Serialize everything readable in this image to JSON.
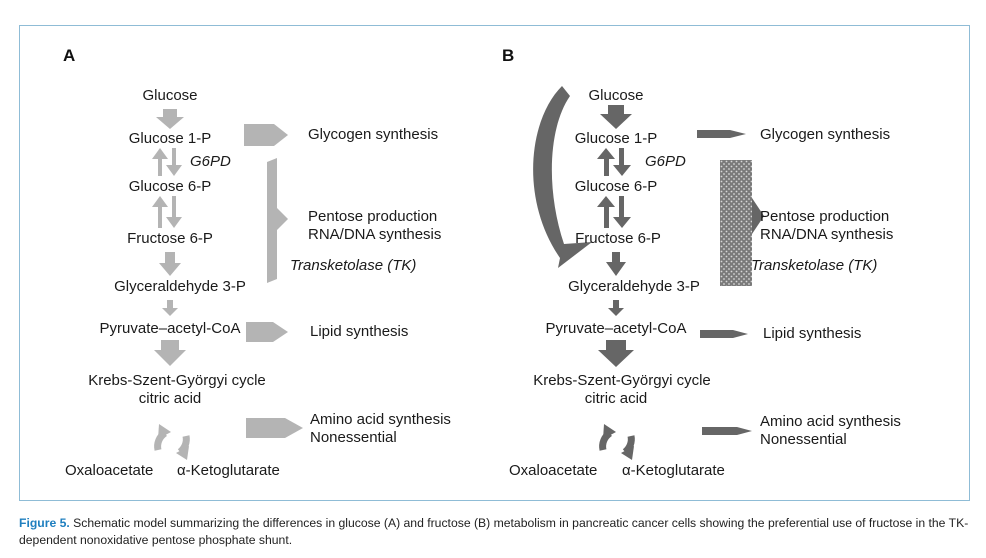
{
  "panels": {
    "a": "A",
    "b": "B"
  },
  "pathway": {
    "glucose": "Glucose",
    "glucose_1p": "Glucose 1-P",
    "g6pd": "G6PD",
    "glucose_6p": "Glucose 6-P",
    "fructose_6p": "Fructose 6-P",
    "glyceraldehyde_3p": "Glyceraldehyde 3-P",
    "pyruvate": "Pyruvate–acetyl-CoA",
    "krebs": "Krebs-Szent-Györgyi cycle",
    "citric_acid": "citric acid",
    "oxaloacetate": "Oxaloacetate",
    "ketoglutarate": "α-Ketoglutarate"
  },
  "outputs": {
    "glycogen": "Glycogen synthesis",
    "pentose": "Pentose production",
    "rna_dna": "RNA/DNA synthesis",
    "tk": "Transketolase (TK)",
    "lipid": "Lipid synthesis",
    "amino": "Amino acid synthesis",
    "nonessential": "Nonessential"
  },
  "colors": {
    "panel_a_arrow": "#b4b4b4",
    "panel_b_arrow": "#666666",
    "frame_border": "#8fbcd6",
    "figure_label": "#1f7fbf"
  },
  "caption": {
    "label": "Figure 5.",
    "text": " Schematic model summarizing the differences in glucose (A) and fructose (B) metabolism in pancreatic cancer cells showing the preferential use of fructose in the TK-dependent nonoxidative pentose phosphate shunt."
  }
}
